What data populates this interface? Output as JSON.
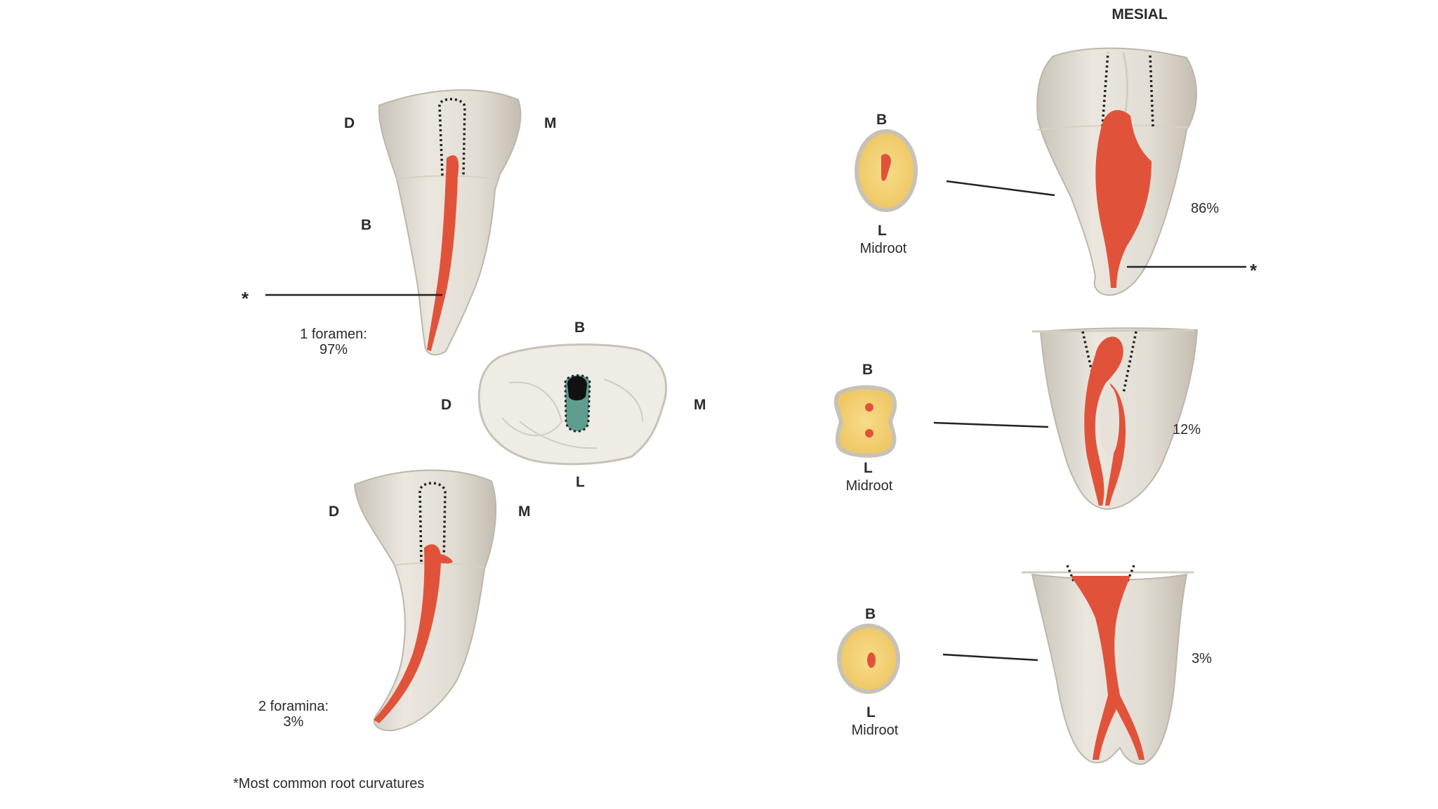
{
  "header": {
    "title": "MESIAL"
  },
  "left_panel": {
    "top_tooth": {
      "distal_label": "D",
      "mesial_label": "M",
      "buccal_label": "B",
      "marker": "*",
      "caption_line1": "1 foramen:",
      "caption_line2": "97%"
    },
    "occlusal_view": {
      "buccal_label": "B",
      "distal_label": "D",
      "mesial_label": "M",
      "lingual_label": "L"
    },
    "bottom_tooth": {
      "distal_label": "D",
      "mesial_label": "M",
      "caption_line1": "2 foramina:",
      "caption_line2": "3%"
    },
    "footnote": "*Most common root curvatures"
  },
  "right_panel": {
    "variants": [
      {
        "buccal_label": "B",
        "lingual_label": "L",
        "section_label": "Midroot",
        "percent": "86%",
        "marker": "*"
      },
      {
        "buccal_label": "B",
        "lingual_label": "L",
        "section_label": "Midroot",
        "percent": "12%"
      },
      {
        "buccal_label": "B",
        "lingual_label": "L",
        "section_label": "Midroot",
        "percent": "3%"
      }
    ]
  },
  "colors": {
    "tooth": "#e6e2da",
    "tooth_shadow": "#c9c3b8",
    "canal": "#e0533a",
    "section_fill": "#f3d27a",
    "section_rim": "#c8c2b6",
    "pulp_chamber": "#5f9e8f"
  }
}
